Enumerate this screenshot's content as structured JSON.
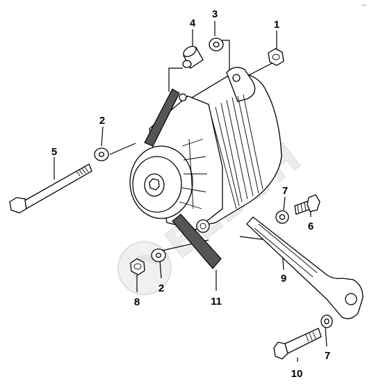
{
  "corner_mark": "--",
  "watermark": "БЕВОН",
  "callouts": [
    {
      "id": "callout-1",
      "label": "1"
    },
    {
      "id": "callout-2a",
      "label": "2"
    },
    {
      "id": "callout-2b",
      "label": "2"
    },
    {
      "id": "callout-3",
      "label": "3"
    },
    {
      "id": "callout-4",
      "label": "4"
    },
    {
      "id": "callout-5",
      "label": "5"
    },
    {
      "id": "callout-6",
      "label": "6"
    },
    {
      "id": "callout-7a",
      "label": "7"
    },
    {
      "id": "callout-7b",
      "label": "7"
    },
    {
      "id": "callout-8",
      "label": "8"
    },
    {
      "id": "callout-9",
      "label": "9"
    },
    {
      "id": "callout-10",
      "label": "10"
    },
    {
      "id": "callout-11",
      "label": "11"
    }
  ]
}
